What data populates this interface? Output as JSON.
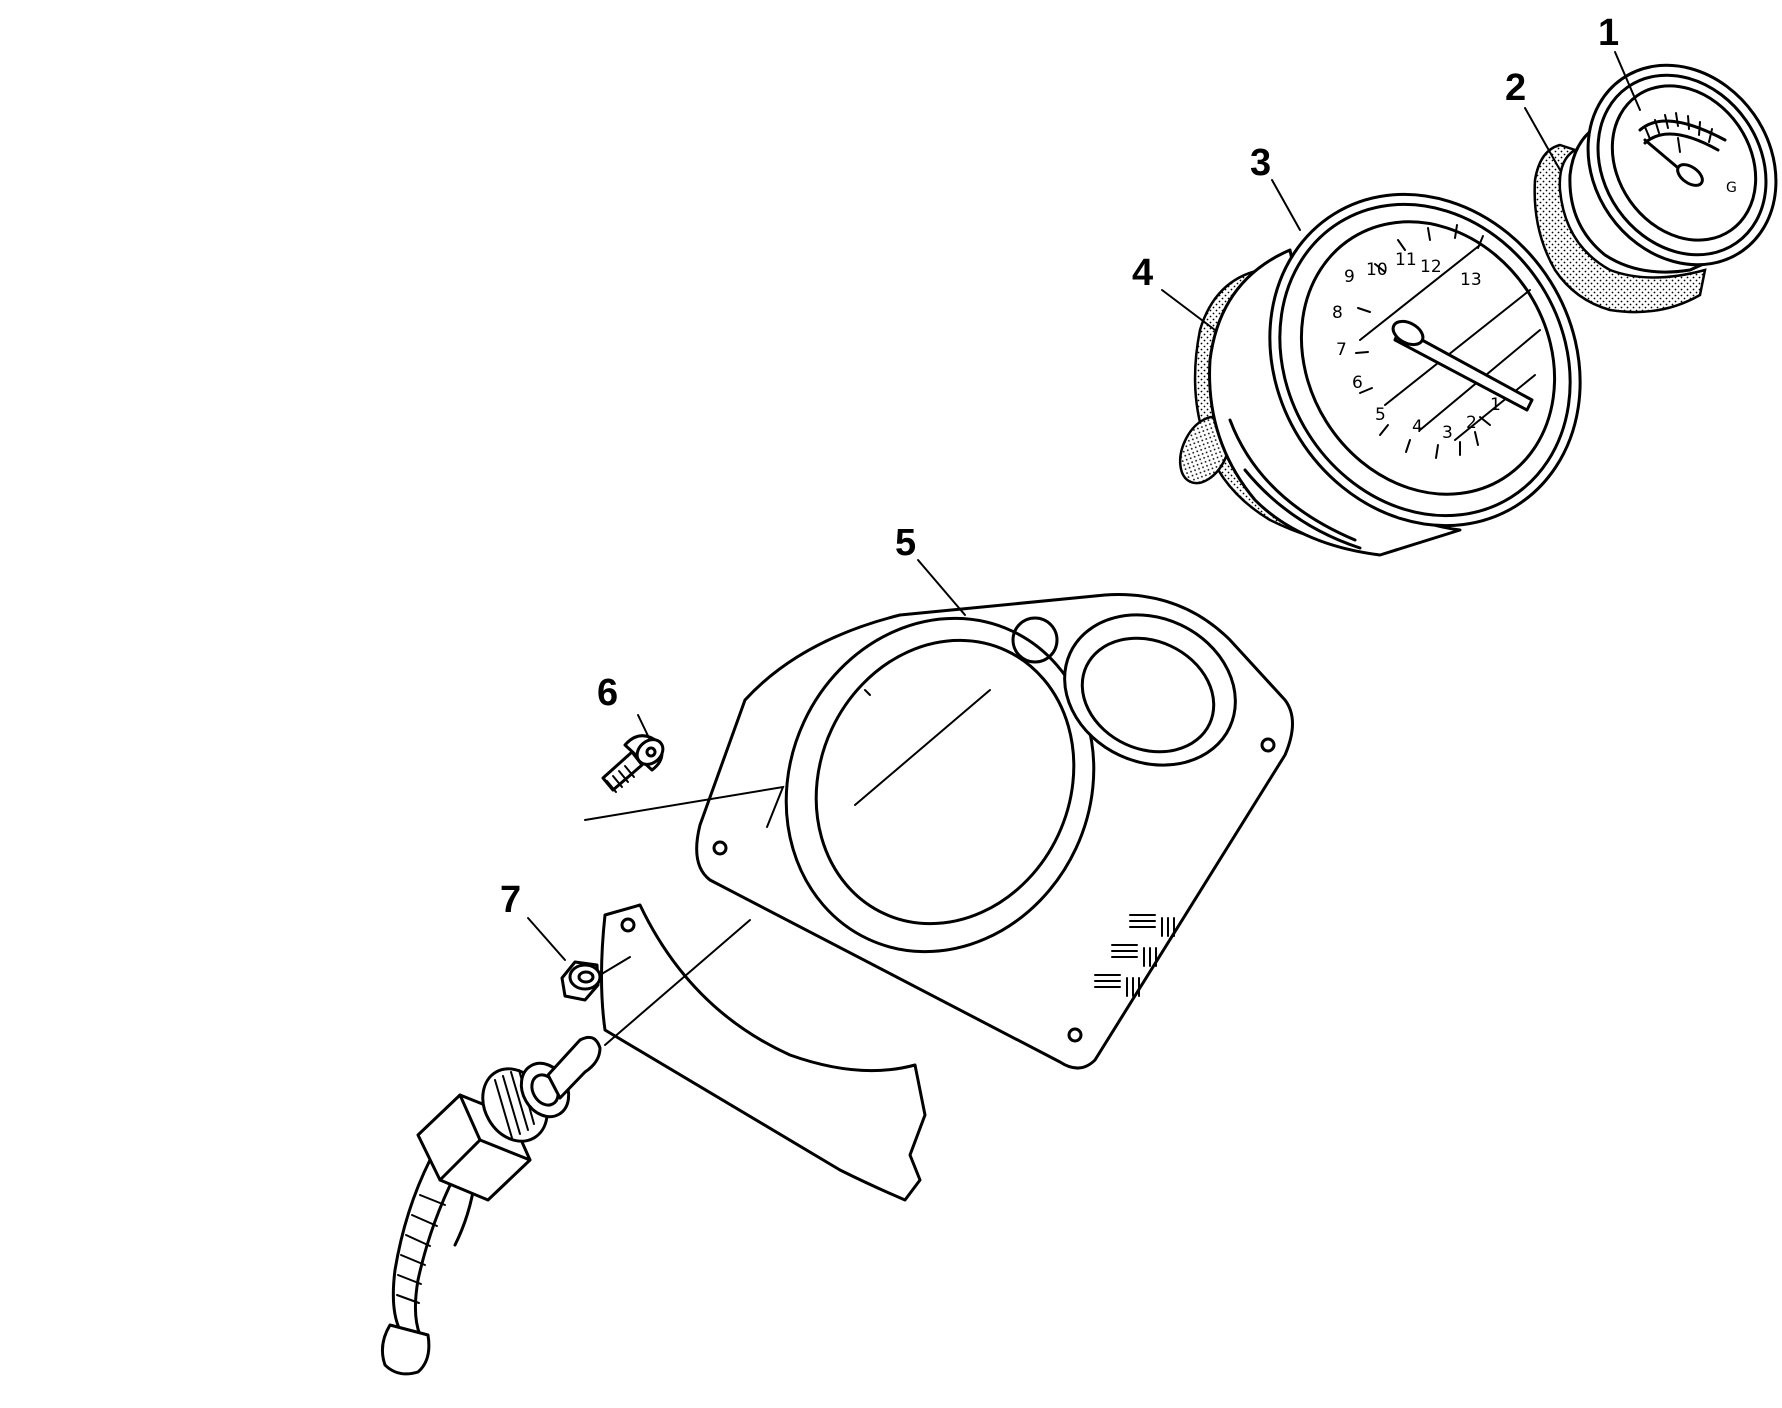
{
  "callouts": [
    "1",
    "2",
    "3",
    "4",
    "5",
    "6",
    "7"
  ],
  "tacho_scale": [
    "1",
    "2",
    "3",
    "4",
    "5",
    "6",
    "7",
    "8",
    "9",
    "10",
    "11",
    "12",
    "13"
  ],
  "gauge_symbol": "G"
}
